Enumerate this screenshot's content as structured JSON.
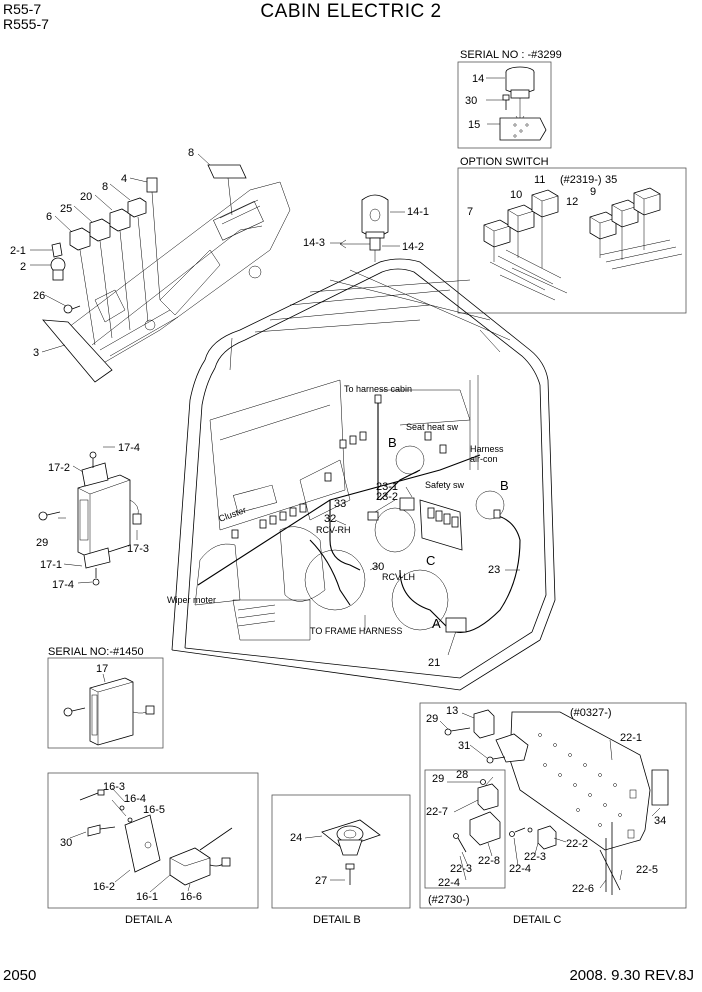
{
  "header": {
    "model_1": "R55-7",
    "model_2": "R555-7",
    "title": "CABIN ELECTRIC 2"
  },
  "footer": {
    "page": "2050",
    "date_rev": "2008. 9.30  REV.8J"
  },
  "boxes": {
    "serial_top": "SERIAL NO : -#3299",
    "option_switch": "OPTION SWITCH",
    "option_serial": "(#2319-)",
    "serial_1450": "SERIAL NO:-#1450",
    "detail_c_serial_1": "(#0327-)",
    "detail_c_serial_2": "(#2730-)"
  },
  "captions": {
    "detail_a": "DETAIL A",
    "detail_b": "DETAIL B",
    "detail_c": "DETAIL C"
  },
  "annotations": {
    "to_harness_cabin": "To harness cabin",
    "seat_heat_sw": "Seat heat sw",
    "harness_aircon_1": "Harness",
    "harness_aircon_2": "air-con",
    "safety_sw": "Safety sw",
    "cluster": "Cluster",
    "rcv_rh": "RCV-RH",
    "rcv_lh": "RCV-LH",
    "wiper_motor": "Wiper moter",
    "to_frame_harness": "TO FRAME HARNESS"
  },
  "letters": {
    "A": "A",
    "B1": "B",
    "B2": "B",
    "C": "C"
  },
  "part_numbers": {
    "p14_top": "14",
    "p30_top": "30",
    "p15": "15",
    "p11": "11",
    "p35": "35",
    "p10": "10",
    "p9": "9",
    "p7": "7",
    "p12": "12",
    "p8": "8",
    "p4": "4",
    "p8b": "8",
    "p20": "20",
    "p25": "25",
    "p6": "6",
    "p2_1": "2-1",
    "p2": "2",
    "p26": "26",
    "p3": "3",
    "p14_1": "14-1",
    "p14_3": "14-3",
    "p14_2": "14-2",
    "p17_4a": "17-4",
    "p17_2": "17-2",
    "p29a": "29",
    "p17_3": "17-3",
    "p17_1": "17-1",
    "p17_4b": "17-4",
    "p33": "33",
    "p23_1": "23-1",
    "p23_2": "23-2",
    "p32": "32",
    "p30_mid": "30",
    "p23": "23",
    "p21": "21",
    "p17_box": "17",
    "p16_3": "16-3",
    "p16_4": "16-4",
    "p16_5": "16-5",
    "p30_a": "30",
    "p16_2": "16-2",
    "p16_1": "16-1",
    "p16_6": "16-6",
    "p24": "24",
    "p27": "27",
    "p29_c1": "29",
    "p13": "13",
    "p31": "31",
    "p22_1": "22-1",
    "p29_c2": "29",
    "p28": "28",
    "p22_7": "22-7",
    "p22_3a": "22-3",
    "p22_8": "22-8",
    "p22_4a": "22-4",
    "p22_4b": "22-4",
    "p22_3b": "22-3",
    "p22_2": "22-2",
    "p34": "34",
    "p22_6": "22-6",
    "p22_5": "22-5"
  }
}
